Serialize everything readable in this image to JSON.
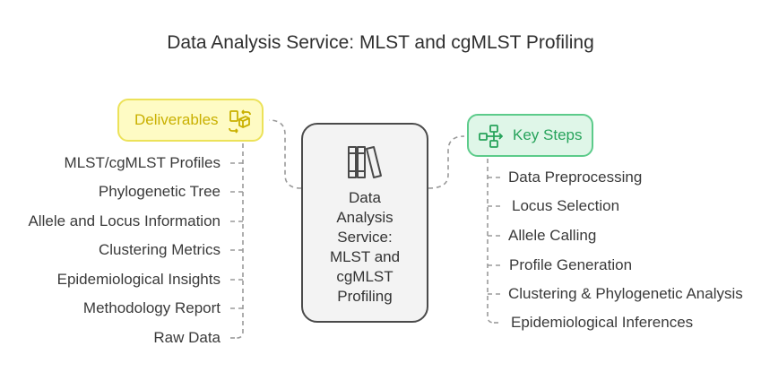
{
  "title": "Data Analysis Service: MLST and cgMLST Profiling",
  "center": {
    "label": "Data\nAnalysis\nService:\nMLST and\ncgMLST\nProfiling",
    "icon": "library-books-icon"
  },
  "deliverables": {
    "label": "Deliverables",
    "icon": "transform-arrows-icon",
    "color": "#c9b000",
    "items": [
      "MLST/cgMLST Profiles",
      "Phylogenetic Tree",
      "Allele and Locus Information",
      "Clustering Metrics",
      "Epidemiological Insights",
      "Methodology Report",
      "Raw Data"
    ]
  },
  "key_steps": {
    "label": "Key Steps",
    "icon": "flowchart-icon",
    "color": "#27a35b",
    "items": [
      "Data Preprocessing",
      "Locus Selection",
      "Allele Calling",
      "Profile Generation",
      "Clustering & Phylogenetic Analysis",
      "Epidemiological Inferences"
    ]
  }
}
